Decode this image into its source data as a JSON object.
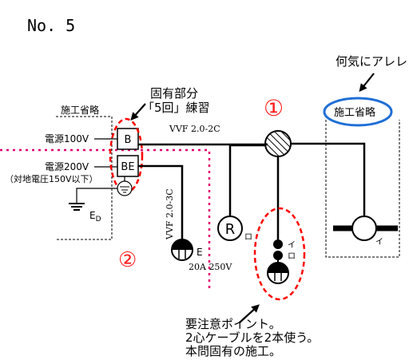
{
  "title": "No. 5",
  "labels": {
    "omitted_left": "施工省略",
    "omitted_right": "施工省略",
    "source_100v": "電源100V",
    "source_200v": "電源200V",
    "ground_voltage_note": "（対地電圧150V以下）",
    "ground_ed": "E",
    "ground_ed_sub": "D",
    "cable_2c": "VVF 2.0-2C",
    "cable_3c": "VVF 2.0-3C",
    "outlet_e": "E",
    "outlet_rating": "20A 250V",
    "terminal_b": "B",
    "terminal_be": "BE",
    "lamp_r": "R",
    "sub_ro_lamp": "ロ",
    "sub_i_switch": "イ",
    "sub_ro_switch": "ロ",
    "sub_i_light": "イ"
  },
  "annotations": {
    "unique_part_line1": "固有部分",
    "unique_part_line2": "「5回」練習",
    "curious_note": "何気にアレレ",
    "marker_1": "①",
    "marker_2": "②",
    "point_line1": "要注意ポイント。",
    "point_line2": "2心ケーブルを2本使う。",
    "point_line3": "本問固有の施工。"
  },
  "colors": {
    "line": "#000000",
    "red_dash": "#ff0000",
    "pink_dot": "#e4006e",
    "blue_oval": "#1f6fd6",
    "marker_red": "#ff2020"
  }
}
